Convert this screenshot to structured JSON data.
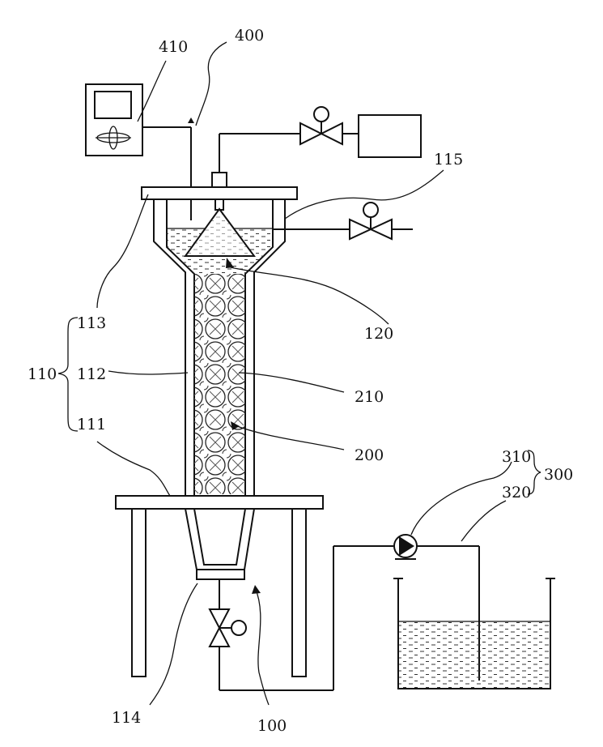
{
  "labels": {
    "l400": "400",
    "l410": "410",
    "l115": "115",
    "l113": "113",
    "l110": "110",
    "l112": "112",
    "l111": "111",
    "l120": "120",
    "l210": "210",
    "l200": "200",
    "l310": "310",
    "l300": "300",
    "l320": "320",
    "l114": "114",
    "l100": "100"
  },
  "colors": {
    "line": "#111111",
    "background": "#ffffff"
  }
}
